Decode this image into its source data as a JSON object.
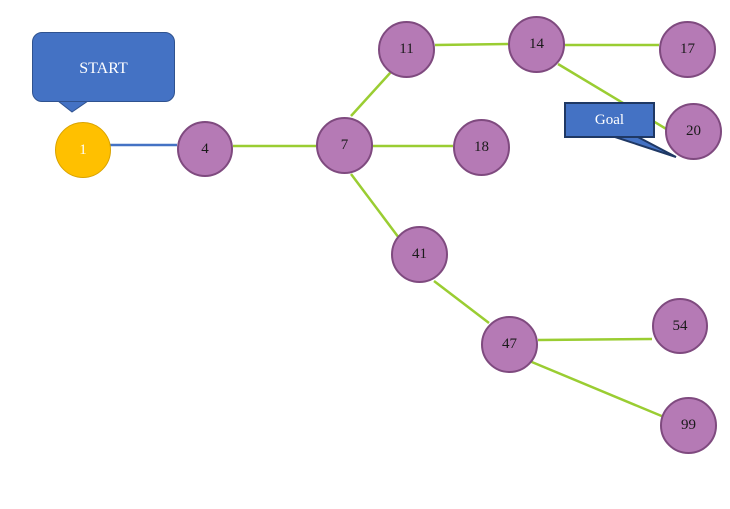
{
  "diagram": {
    "colors": {
      "node_fill": "#b57ab5",
      "node_border": "#7f4a7f",
      "start_fill": "#ffc000",
      "edge": "#9acd32",
      "start_edge": "#4472c4",
      "callout_fill": "#4472c4",
      "callout_border": "#1f3864"
    },
    "nodes": [
      {
        "id": "n1",
        "label": "1"
      },
      {
        "id": "n4",
        "label": "4"
      },
      {
        "id": "n7",
        "label": "7"
      },
      {
        "id": "n11",
        "label": "11"
      },
      {
        "id": "n14",
        "label": "14"
      },
      {
        "id": "n17",
        "label": "17"
      },
      {
        "id": "n18",
        "label": "18"
      },
      {
        "id": "n20",
        "label": "20"
      },
      {
        "id": "n41",
        "label": "41"
      },
      {
        "id": "n47",
        "label": "47"
      },
      {
        "id": "n54",
        "label": "54"
      },
      {
        "id": "n99",
        "label": "99"
      }
    ],
    "edges": [
      [
        "1",
        "4"
      ],
      [
        "4",
        "7"
      ],
      [
        "7",
        "11"
      ],
      [
        "7",
        "18"
      ],
      [
        "7",
        "41"
      ],
      [
        "11",
        "14"
      ],
      [
        "14",
        "17"
      ],
      [
        "14",
        "20"
      ],
      [
        "41",
        "47"
      ],
      [
        "47",
        "54"
      ],
      [
        "47",
        "99"
      ]
    ],
    "callouts": {
      "start": "START",
      "goal": "Goal"
    }
  }
}
